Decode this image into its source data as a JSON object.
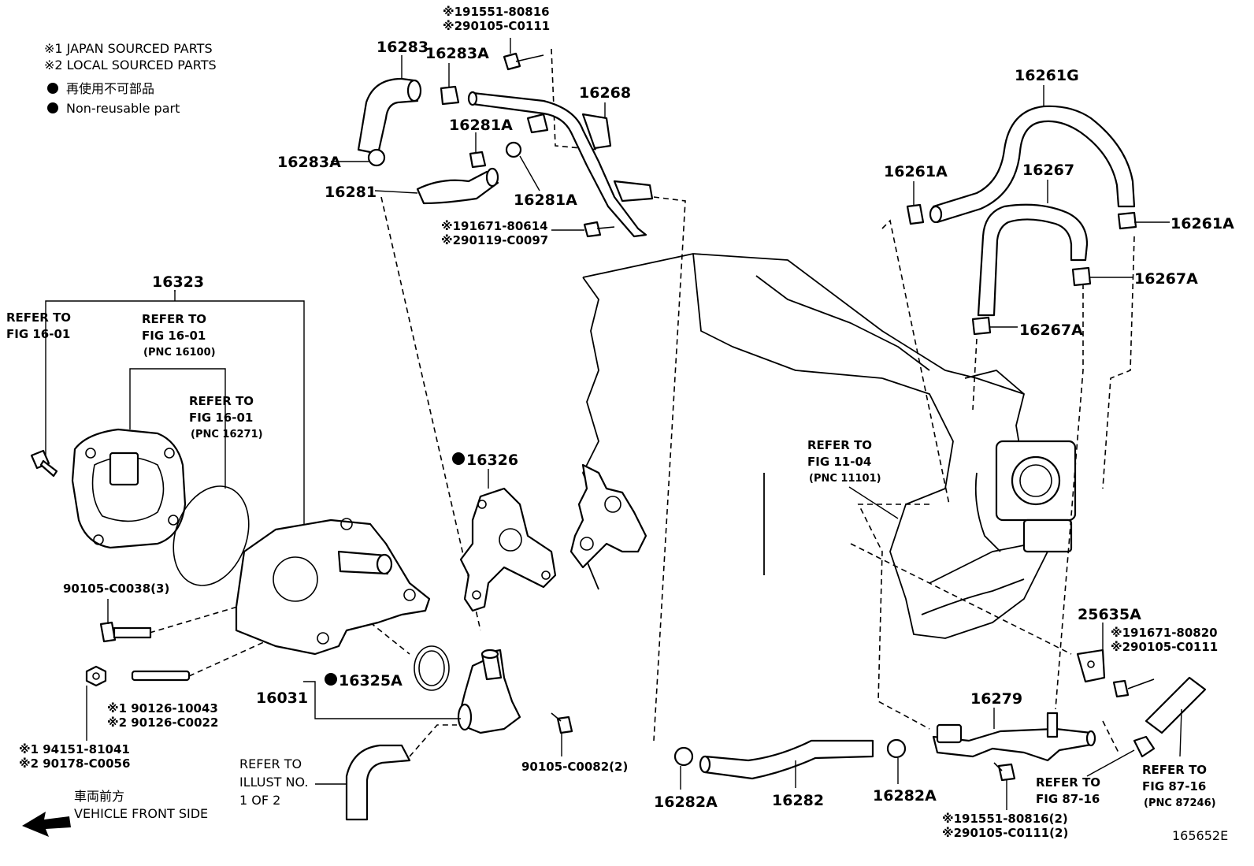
{
  "legend": {
    "japan_sourced": "※1 JAPAN SOURCED PARTS",
    "local_sourced": "※2 LOCAL SOURCED PARTS",
    "non_reusable_ja": "再使用不可部品",
    "non_reusable_en": "Non-reusable part"
  },
  "labels": {
    "p16283": "16283",
    "p16283A_top": "16283A",
    "p16283A_left": "16283A",
    "p16281": "16281",
    "p16281A_top": "16281A",
    "p16281A_bot": "16281A",
    "p16268": "16268",
    "bolt_top_1": "※191551-80816",
    "bolt_top_2": "※290105-C0111",
    "bolt_mid_1": "※191671-80614",
    "bolt_mid_2": "※290119-C0097",
    "p16261G": "16261G",
    "p16261A_left": "16261A",
    "p16261A_right": "16261A",
    "p16267": "16267",
    "p16267A_right": "16267A",
    "p16267A_mid": "16267A",
    "p16323": "16323",
    "refer_a_1": "REFER TO",
    "refer_a_2": "FIG 16-01",
    "refer_b_1": "REFER TO",
    "refer_b_2": "FIG 16-01",
    "refer_b_3": "(PNC 16100)",
    "refer_c_1": "REFER TO",
    "refer_c_2": "FIG 16-01",
    "refer_c_3": "(PNC 16271)",
    "p16326": "16326",
    "refer_d_1": "REFER TO",
    "refer_d_2": "FIG 11-04",
    "refer_d_3": "(PNC 11101)",
    "bolt_90105_C0038": "90105-C0038(3)",
    "stud_1": "※1 90126-10043",
    "stud_2": "※2 90126-C0022",
    "nut_1": "※1 94151-81041",
    "nut_2": "※2 90178-C0056",
    "p16031": "16031",
    "p16325A": "16325A",
    "bolt_90105_C0082": "90105-C0082(2)",
    "refer_e_1": "REFER TO",
    "refer_e_2": "ILLUST NO.",
    "refer_e_3": "1 OF 2",
    "front_ja": "車両前方",
    "front_en": "VEHICLE FRONT SIDE",
    "p16282A_left": "16282A",
    "p16282": "16282",
    "p16282A_right": "16282A",
    "p16279": "16279",
    "p25635A": "25635A",
    "bolt_25635_1": "※191671-80820",
    "bolt_25635_2": "※290105-C0111",
    "bolt_bot_1": "※191551-80816(2)",
    "bolt_bot_2": "※290105-C0111(2)",
    "refer_f_1": "REFER TO",
    "refer_f_2": "FIG 87-16",
    "refer_g_1": "REFER TO",
    "refer_g_2": "FIG 87-16",
    "refer_g_3": "(PNC 87246)",
    "illus_no": "165652E"
  }
}
